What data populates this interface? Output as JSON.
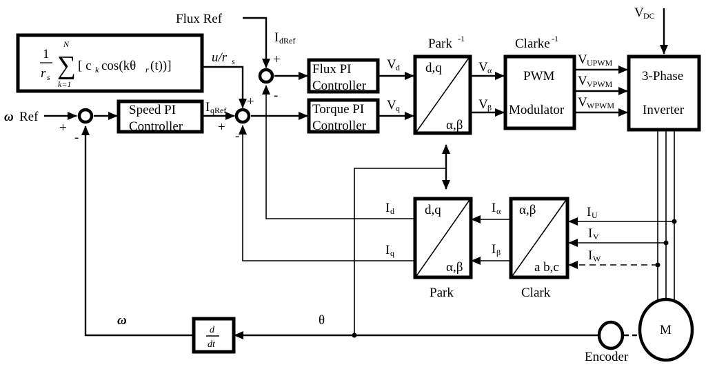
{
  "diagram": {
    "title": "Field-Oriented Control block diagram with cogging torque compensation",
    "inputs": {
      "speed_ref": {
        "symbol": "ω",
        "label": "Ref"
      },
      "flux_ref": "Flux Ref",
      "vdc": {
        "main": "V",
        "sub": "DC"
      }
    },
    "compensation_block": {
      "frac_num": "1",
      "frac_den_main": "r",
      "frac_den_sub": "s",
      "sum_upper": "N",
      "sum_lower": "k=1",
      "sigma": "∑",
      "expression": "[ c",
      "expr_k": "k",
      "expr_cos": "cos(kθ",
      "expr_r": "r",
      "expr_tail": "(t))]",
      "output_label": "u/r",
      "output_sub": "s"
    },
    "blocks": {
      "speed_pi": [
        "Speed PI",
        "Controller"
      ],
      "flux_pi": [
        "Flux PI",
        "Controller"
      ],
      "torque_pi": [
        "Torque PI",
        "Controller"
      ],
      "inv_park": {
        "title": "Park",
        "title_sup": "-1",
        "top": "d,q",
        "bottom": "α,β"
      },
      "pwm": {
        "title": "Clarke",
        "title_sup": "-1",
        "lines": [
          "PWM",
          "Modulator"
        ]
      },
      "inverter": [
        "3-Phase",
        "Inverter"
      ],
      "park": {
        "title": "Park",
        "top": "d,q",
        "bottom": "α,β"
      },
      "clark": {
        "title": "Clark",
        "top": "α,β",
        "bottom": "a b,c"
      },
      "derivative": {
        "num": "d",
        "den": "dt"
      },
      "motor": "M",
      "encoder": "Encoder"
    },
    "signals": {
      "iq_ref": {
        "main": "I",
        "sub": "qRef"
      },
      "id_ref": {
        "main": "I",
        "sub": "dRef"
      },
      "vd": {
        "main": "V",
        "sub": "d"
      },
      "vq": {
        "main": "V",
        "sub": "q"
      },
      "v_alpha": {
        "main": "V",
        "sub": "α"
      },
      "v_beta": {
        "main": "V",
        "sub": "β"
      },
      "v_upwm": {
        "main": "V",
        "sub": "UPWM"
      },
      "v_vpwm": {
        "main": "V",
        "sub": "VPWM"
      },
      "v_wpwm": {
        "main": "V",
        "sub": "WPWM"
      },
      "id": {
        "main": "I",
        "sub": "d"
      },
      "iq": {
        "main": "I",
        "sub": "q"
      },
      "i_alpha": {
        "main": "I",
        "sub": "α"
      },
      "i_beta": {
        "main": "I",
        "sub": "β"
      },
      "iu": {
        "main": "I",
        "sub": "U"
      },
      "iv": {
        "main": "I",
        "sub": "V"
      },
      "iw": {
        "main": "I",
        "sub": "W"
      },
      "omega": "ω",
      "theta": "θ"
    },
    "signs": {
      "plus": "+",
      "minus": "-"
    }
  }
}
